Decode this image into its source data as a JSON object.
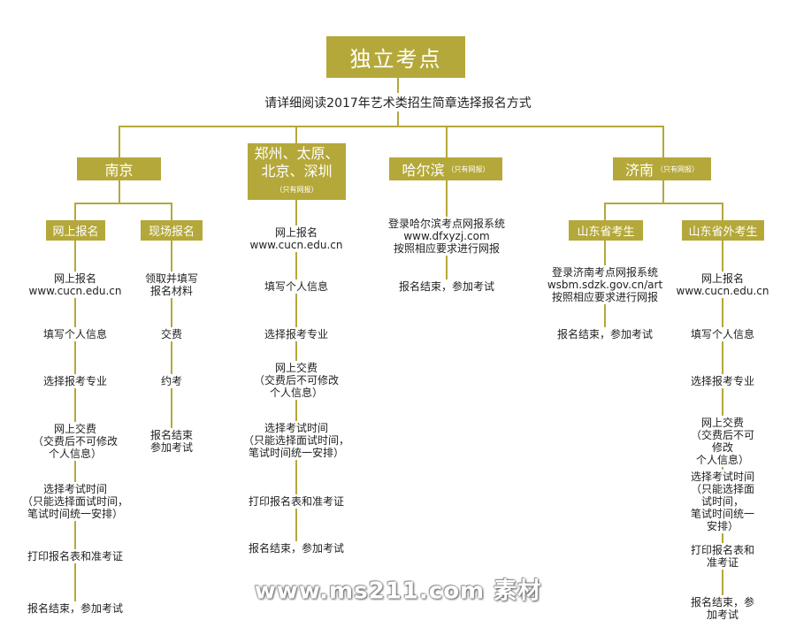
{
  "title": "独立考点",
  "subtitle": "请详细阅读2017年艺术类招生简章选择报名方式",
  "nanjing": {
    "label": "南京",
    "online": {
      "label": "网上报名",
      "steps": [
        "网上报名\nwww.cucn.edu.cn",
        "填写个人信息",
        "选择报考专业",
        "网上交费\n（交费后不可修改\n个人信息）",
        "选择考试时间\n（只能选择面试时间，\n笔试时间统一安排）",
        "打印报名表和准考证",
        "报名结束，参加考试"
      ]
    },
    "onsite": {
      "label": "现场报名",
      "steps": [
        "领取并填写\n报名材料",
        "交费",
        "约考",
        "报名结束\n参加考试"
      ]
    }
  },
  "group2": {
    "line1": "郑州、太原、",
    "line2": "北京、深圳",
    "note": "（只有网报）",
    "steps": [
      "网上报名\nwww.cucn.edu.cn",
      "填写个人信息",
      "选择报考专业",
      "网上交费\n（交费后不可修改\n个人信息）",
      "选择考试时间\n（只能选择面试时间，\n笔试时间统一安排）",
      "打印报名表和准考证",
      "报名结束，参加考试"
    ]
  },
  "harbin": {
    "label": "哈尔滨",
    "note": "（只有网报）",
    "steps": [
      "登录哈尔滨考点网报系统\nwww.dfxyzj.com\n按照相应要求进行网报",
      "报名结束，参加考试"
    ]
  },
  "jinan": {
    "label": "济南",
    "note": "（只有网报）",
    "inprov": {
      "label": "山东省考生",
      "steps": [
        "登录济南考点网报系统\nwsbm.sdzk.gov.cn/art\n按照相应要求进行网报",
        "报名结束，参加考试"
      ]
    },
    "outprov": {
      "label": "山东省外考生",
      "steps": [
        "网上报名\nwww.cucn.edu.cn",
        "填写个人信息",
        "选择报考专业",
        "网上交费\n（交费后不可修改\n个人信息）",
        "选择考试时间\n（只能选择面试时间，\n笔试时间统一安排）",
        "打印报名表和准考证",
        "报名结束，参加考试"
      ]
    }
  },
  "watermark": "www.ms211.com 素材"
}
